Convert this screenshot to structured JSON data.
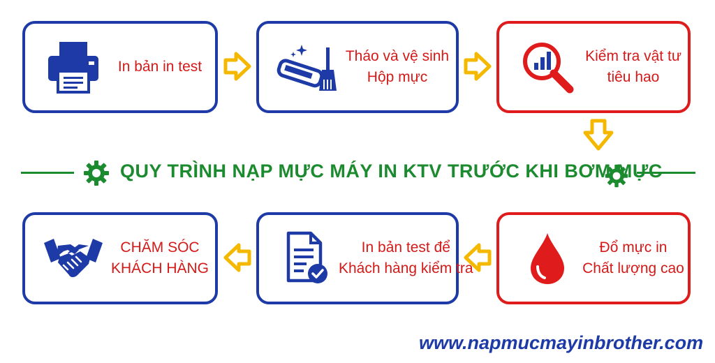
{
  "steps": [
    {
      "lines": [
        "In bản in test"
      ],
      "icon": "printer-icon"
    },
    {
      "lines": [
        "Tháo và vệ sinh",
        "Hộp mực"
      ],
      "icon": "cartridge-cleaning-icon"
    },
    {
      "lines": [
        "Kiểm tra vật tư",
        "tiêu hao"
      ],
      "icon": "magnifier-chart-icon"
    },
    {
      "lines": [
        "Đổ mực in",
        "Chất lượng cao"
      ],
      "icon": "ink-drop-icon"
    },
    {
      "lines": [
        "In bản test để",
        "Khách hàng kiểm tra"
      ],
      "icon": "document-check-icon"
    },
    {
      "lines": [
        "CHĂM SÓC",
        "KHÁCH HÀNG"
      ],
      "icon": "handshake-icon"
    }
  ],
  "title": "QUY TRÌNH NẠP MỰC MÁY IN KTV TRƯỚC KHI BƠM MỰC",
  "website": "www.napmucmayinbrother.com",
  "colors": {
    "blue": "#1d3aa6",
    "red": "#e01b1b",
    "green": "#1c8a2e",
    "arrow": "#f5b800"
  }
}
